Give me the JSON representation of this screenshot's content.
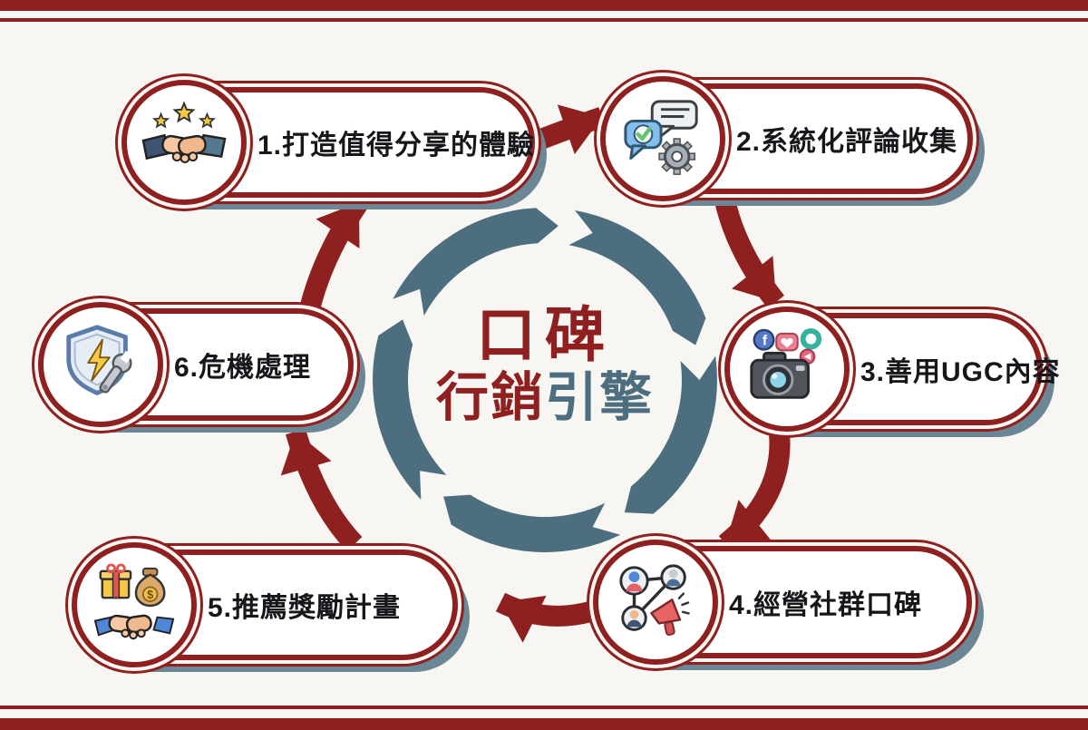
{
  "colors": {
    "red": "#8e2120",
    "slate": "#4d6e7e",
    "slate_shadow": "#6b8795",
    "bg": "#f8f6f2",
    "gold": "#f5c840"
  },
  "center": {
    "line1": "口碑",
    "line2_red": "行銷",
    "line2_slate": "引擎"
  },
  "steps": [
    {
      "label": "1.打造值得分享的體驗",
      "icon": "handshake-stars-icon"
    },
    {
      "label": "2.系統化評論收集",
      "icon": "review-collection-icon"
    },
    {
      "label": "3.善用UGC內容",
      "icon": "ugc-camera-icon"
    },
    {
      "label": "4.經營社群口碑",
      "icon": "community-network-icon"
    },
    {
      "label": "5.推薦獎勵計畫",
      "icon": "referral-reward-icon"
    },
    {
      "label": "6.危機處理",
      "icon": "crisis-shield-icon"
    }
  ]
}
